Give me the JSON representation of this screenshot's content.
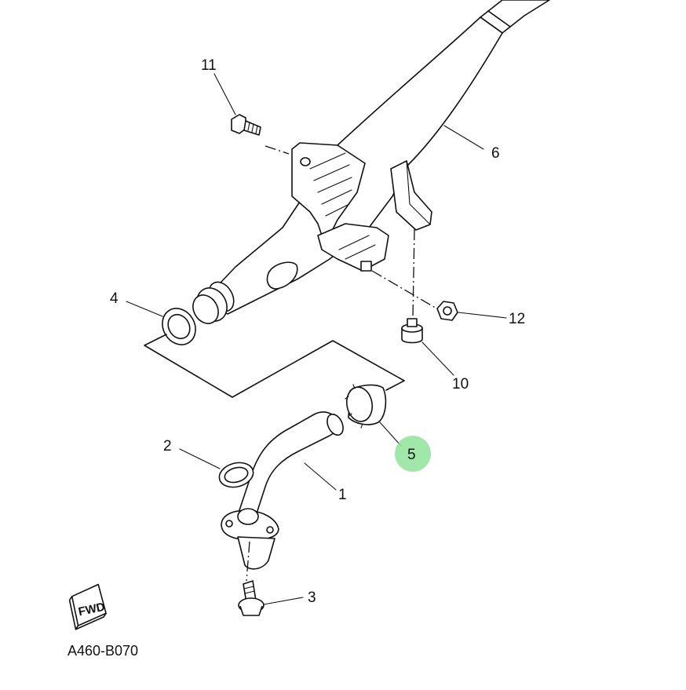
{
  "diagram": {
    "callouts": [
      {
        "id": "1",
        "label": "1"
      },
      {
        "id": "2",
        "label": "2"
      },
      {
        "id": "3",
        "label": "3"
      },
      {
        "id": "4",
        "label": "4"
      },
      {
        "id": "5",
        "label": "5",
        "highlighted": true
      },
      {
        "id": "6",
        "label": "6"
      },
      {
        "id": "10",
        "label": "10"
      },
      {
        "id": "11",
        "label": "11"
      },
      {
        "id": "12",
        "label": "12"
      }
    ],
    "fwd_label": "FWD",
    "diagram_code": "A460-B070",
    "highlight_color": "#8fe39a"
  }
}
